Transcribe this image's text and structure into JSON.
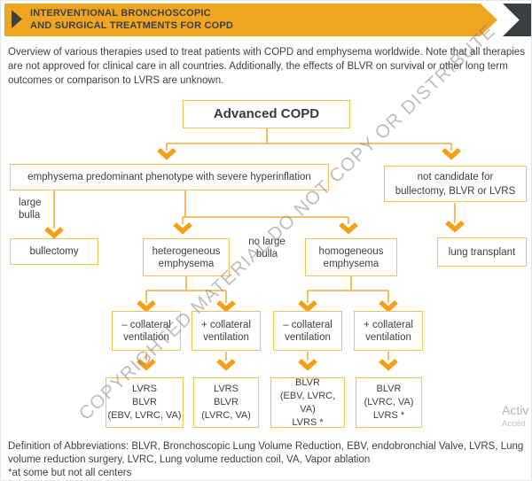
{
  "banner": {
    "title_line1": "INTERVENTIONAL BRONCHOSCOPIC",
    "title_line2": "AND SURGICAL TREATMENTS FOR COPD"
  },
  "intro_text": "Overview of various therapies used to treat patients with COPD and emphysema worldwide. Note that all therapies are not approved for clinical care in all countries. Additionally, the effects of BLVR on survival or other long term outcomes or comparison to LVRS are unknown.",
  "watermark_text": "COPYRIGHTED MATERIAL DO NOT COPY OR DISTRIBUTE",
  "flowchart": {
    "nodes": {
      "advanced_copd": "Advanced COPD",
      "emphysema_phenotype": "emphysema predominant phenotype with severe hyperinflation",
      "not_candidate": "not candidate for\nbullectomy, BLVR or LVRS",
      "bullectomy": "bullectomy",
      "heterogeneous": "heterogeneous\nemphysema",
      "homogeneous": "homogeneous\nemphysema",
      "lung_transplant": "lung transplant",
      "minus_collateral_1": "– collateral\nventilation",
      "plus_collateral_1": "+ collateral\nventilation",
      "minus_collateral_2": "– collateral\nventilation",
      "plus_collateral_2": "+ collateral\nventilation",
      "result_1": "LVRS\nBLVR\n(EBV, LVRC, VA)",
      "result_2": "LVRS\nBLVR\n(LVRC, VA)",
      "result_3": "BLVR\n(EBV, LVRC, VA)\nLVRS *",
      "result_4": "BLVR\n(LVRC, VA)\nLVRS *"
    },
    "edge_labels": {
      "large_bulla": "large\nbulla",
      "no_large_bulla": "no large\nbulla"
    },
    "colors": {
      "box_border": "#F8C155",
      "connector_line": "#F2AE3C",
      "arrowhead": "#F5A018",
      "node_text": "#3F3F3F"
    }
  },
  "footer": {
    "abbreviations": "Definition of Abbreviations: BLVR, Bronchoscopic Lung Volume Reduction, EBV, endobronchial Valve, LVRS, Lung volume reduction surgery, LVRC, Lung volume reduction coil, VA, Vapor ablation",
    "footnote": "*at some but not all centers"
  },
  "overlay": {
    "activate_line1": "Activ",
    "activate_line2": "Accéd"
  },
  "colors": {
    "banner_bg": "#EFA51F",
    "banner_arrow": "#3A3F44",
    "banner_title_text": "#3C4043",
    "watermark_text": "#7D7D7D",
    "activation_text": "#B4B4B4"
  }
}
